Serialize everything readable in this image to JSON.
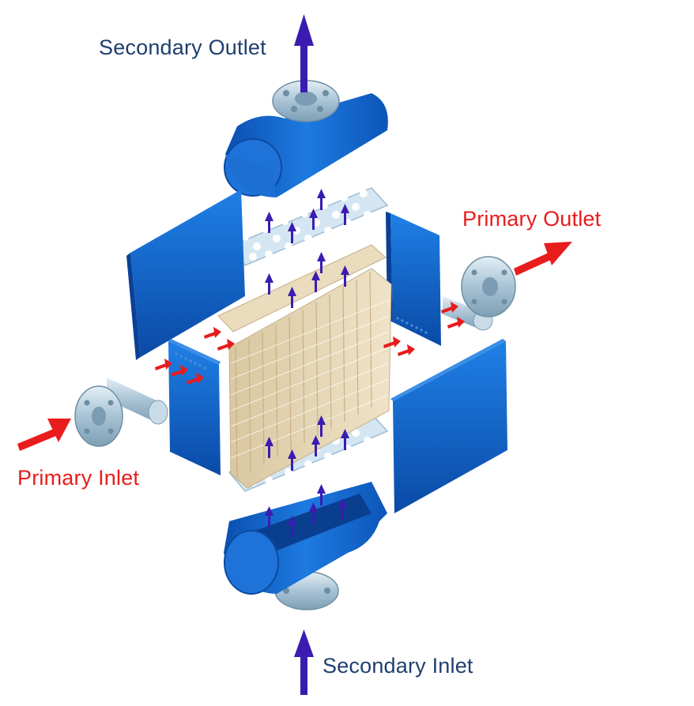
{
  "labels": {
    "secondary_outlet": "Secondary Outlet",
    "primary_outlet": "Primary Outlet",
    "primary_inlet": "Primary Inlet",
    "secondary_inlet": "Secondary Inlet"
  },
  "colors": {
    "secondary_label": "#1f3f6e",
    "primary_label": "#e81c1c",
    "panel_blue": "#1565c8",
    "secondary_arrow": "#3a1cb0",
    "primary_arrow": "#e81c1c",
    "fin_core": "#e6d6b4",
    "steel": "#a9c4d6"
  }
}
